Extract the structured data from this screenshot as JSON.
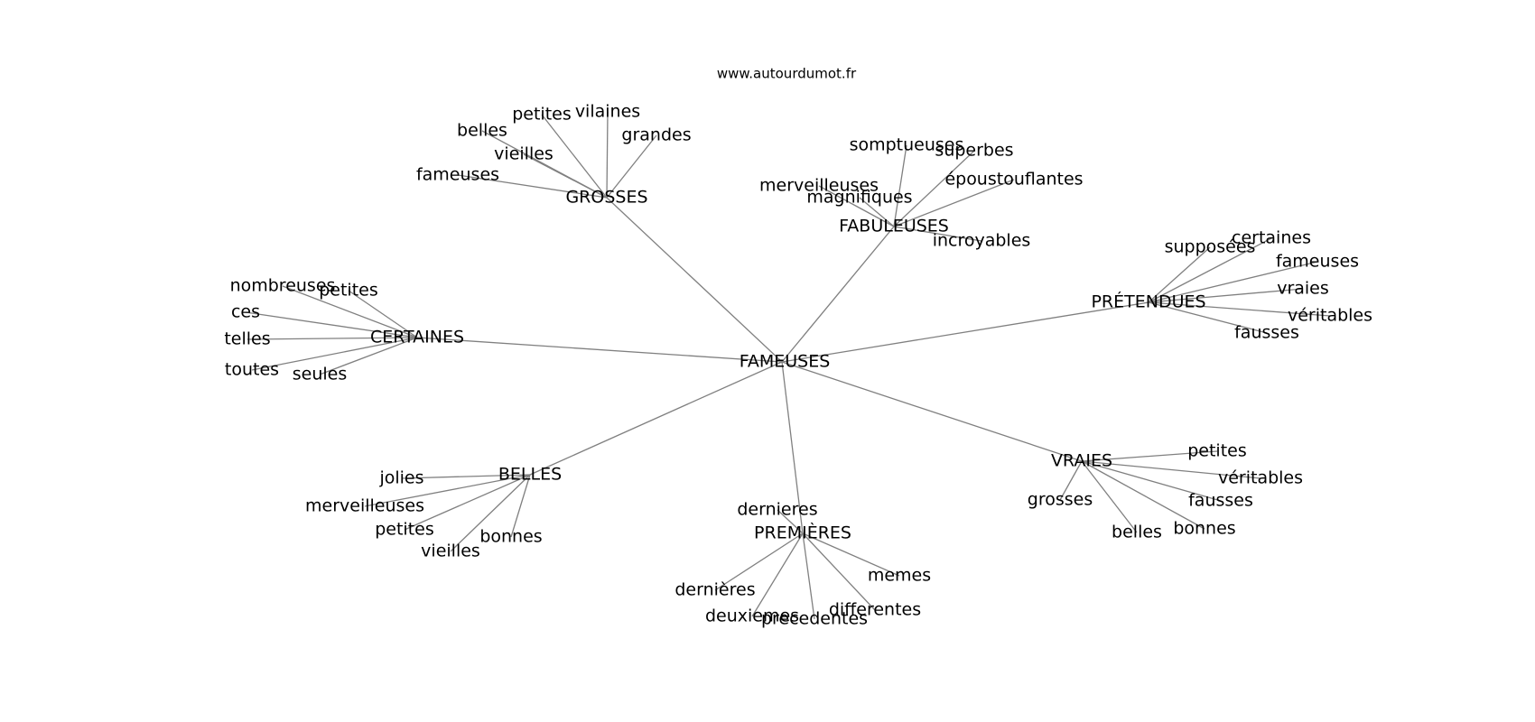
{
  "source": "www.autourdumot.fr",
  "center": "FAMEUSES",
  "hubs": [
    {
      "id": "grosses",
      "label": "GROSSES",
      "leaves": [
        "petites",
        "vilaines",
        "grandes",
        "belles",
        "vieilles",
        "fameuses"
      ]
    },
    {
      "id": "fabuleuses",
      "label": "FABULEUSES",
      "leaves": [
        "somptueuses",
        "superbes",
        "époustouflantes",
        "merveilleuses",
        "magnifiques",
        "incroyables"
      ]
    },
    {
      "id": "pretendues",
      "label": "PRÉTENDUES",
      "leaves": [
        "supposées",
        "certaines",
        "fameuses",
        "vraies",
        "véritables",
        "fausses"
      ]
    },
    {
      "id": "certaines",
      "label": "CERTAINES",
      "leaves": [
        "nombreuses",
        "petites",
        "ces",
        "telles",
        "toutes",
        "seules"
      ]
    },
    {
      "id": "belles",
      "label": "BELLES",
      "leaves": [
        "jolies",
        "merveilleuses",
        "petites",
        "vieilles",
        "bonnes"
      ]
    },
    {
      "id": "premieres",
      "label": "PREMIÈRES",
      "leaves": [
        "dernieres",
        "dernières",
        "deuxiemes",
        "precedentes",
        "differentes",
        "memes"
      ]
    },
    {
      "id": "vraies",
      "label": "VRAIES",
      "leaves": [
        "petites",
        "véritables",
        "fausses",
        "grosses",
        "belles",
        "bonnes"
      ]
    }
  ]
}
